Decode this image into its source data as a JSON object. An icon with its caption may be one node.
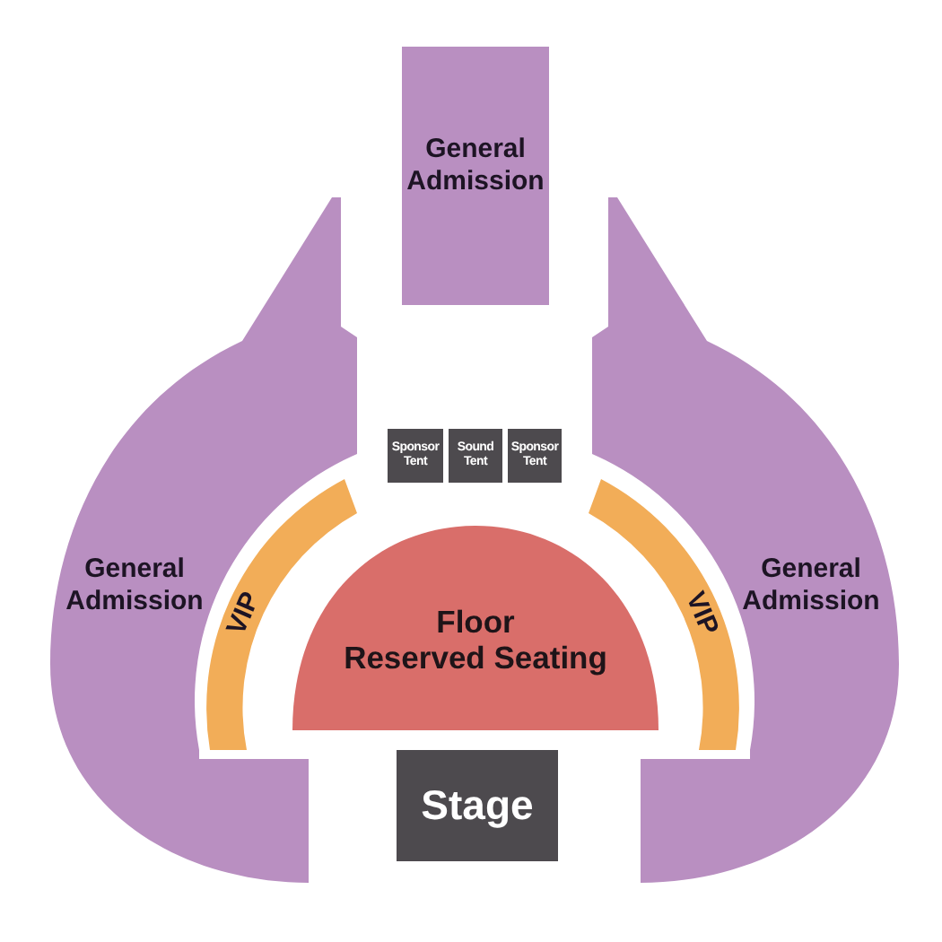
{
  "diagram": {
    "nodes": [
      {
        "text": [
          "General Admission"
        ]
      },
      {
        "text": [
          "Sponsor Tent"
        ]
      },
      {
        "text": [
          "Sound Tent"
        ]
      },
      {
        "text": [
          "Sponsor Tent"
        ]
      },
      {
        "text": [
          "General Admission"
        ]
      },
      {
        "text": [
          "VIP"
        ]
      },
      {
        "text": [
          "Floor Reserved Seating"
        ]
      },
      {
        "text": [
          "VIP"
        ]
      },
      {
        "text": [
          "General Admission"
        ]
      },
      {
        "text": [
          "Stage"
        ]
      }
    ]
  }
}
